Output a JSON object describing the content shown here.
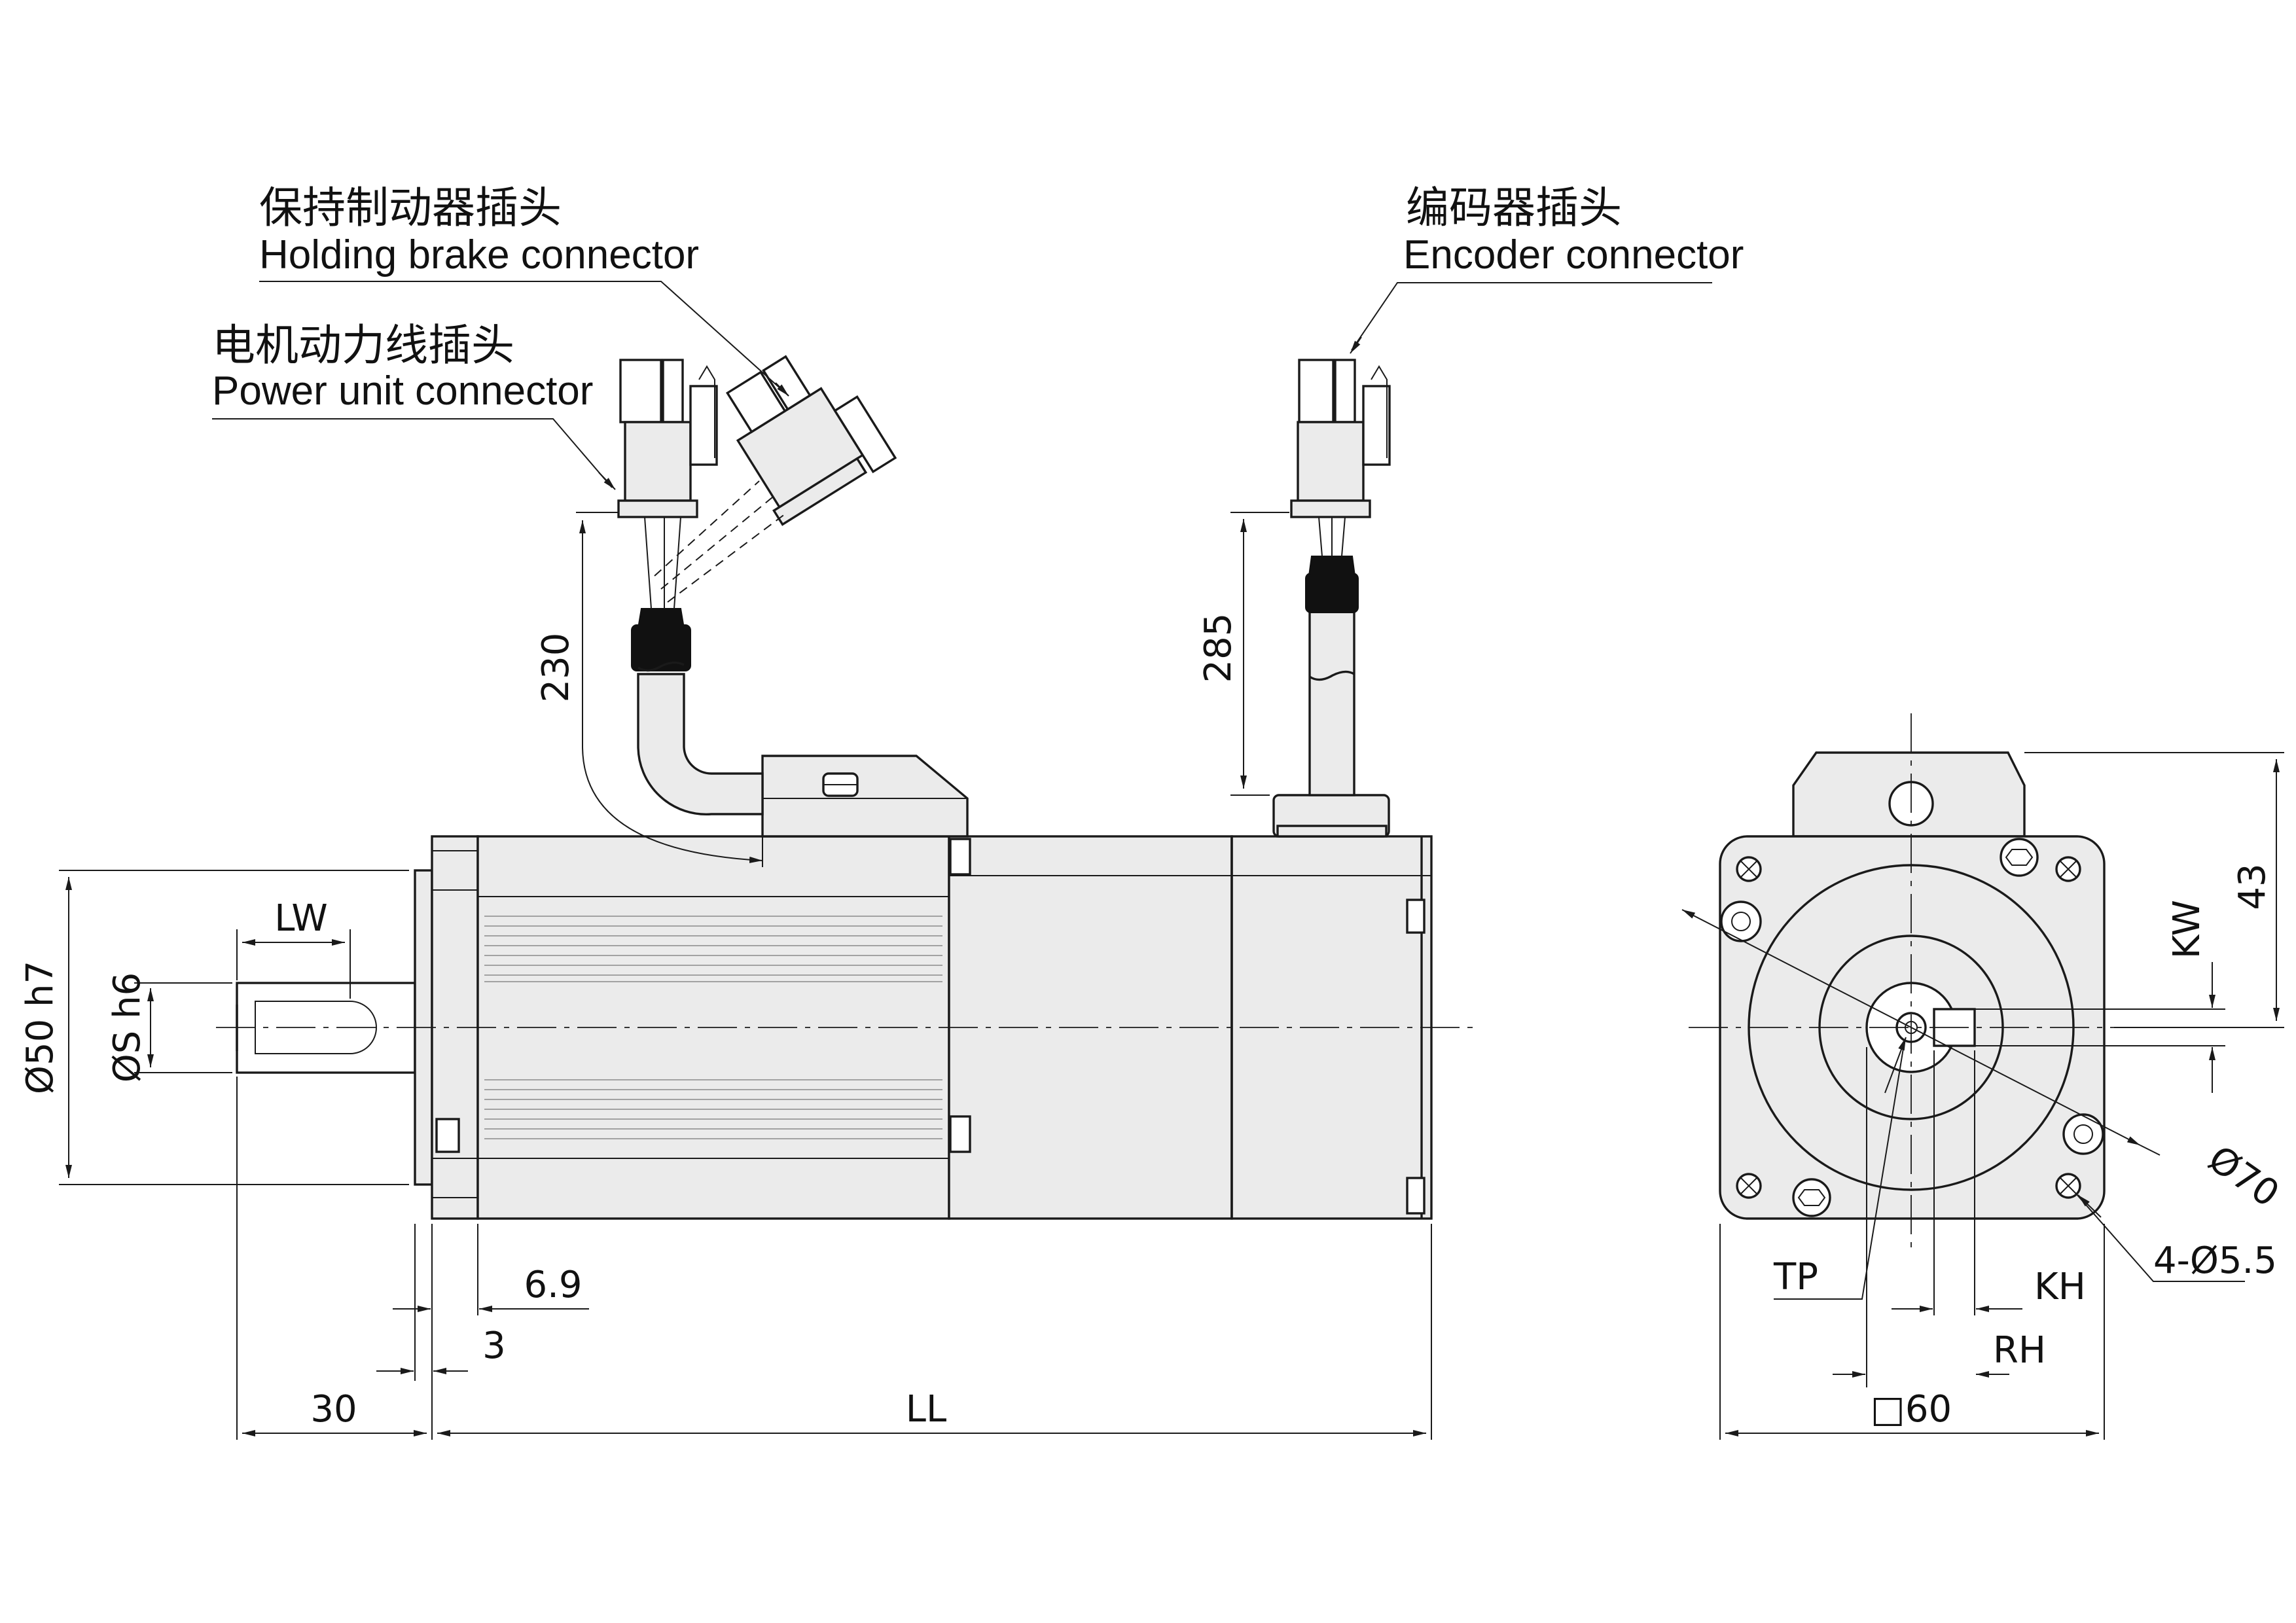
{
  "callouts": {
    "brake_cn": "保持制动器插头",
    "brake_en": "Holding brake connector",
    "power_cn": "电机动力线插头",
    "power_en": "Power unit connector",
    "encoder_cn": "编码器插头",
    "encoder_en": "Encoder connector"
  },
  "dimensions": {
    "power_cable": "230",
    "encoder_cable": "285",
    "flange_dia": "Ø50 h7",
    "shaft_dia": "ØS h6",
    "key_width": "LW",
    "dim_6_9": "6.9",
    "dim_3": "3",
    "shaft_len": "30",
    "body_len": "LL",
    "kw": "KW",
    "height_43": "43",
    "pcd": "Ø70",
    "holes": "4-Ø5.5",
    "tp": "TP",
    "kh": "KH",
    "rh": "RH",
    "square": "□60"
  }
}
